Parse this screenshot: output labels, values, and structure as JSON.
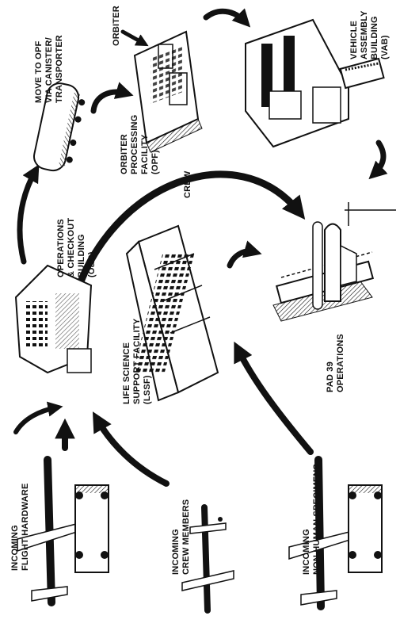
{
  "labels": {
    "move_opf_1": "MOVE TO OPF",
    "move_opf_2": "VIA CANISTER/",
    "move_opf_3": "TRANSPORTER",
    "orbiter": "ORBITER",
    "opf_1": "ORBITER",
    "opf_2": "PROCESSING",
    "opf_3": "FACILITY",
    "opf_4": "(OPF)",
    "vab_1": "VEHICLE",
    "vab_2": "ASSEMBLY",
    "vab_3": "BUILDING",
    "vab_4": "(VAB)",
    "crew": "CREW",
    "oc_1": "OPERATIONS",
    "oc_2": "& CHECKOUT",
    "oc_3": "BUILDING",
    "oc_4": "(O&C)",
    "lssf_1": "LIFE SCIENCE",
    "lssf_2": "SUPPORT FACILITY",
    "lssf_3": "(LSSF)",
    "pad_1": "PAD 39",
    "pad_2": "OPERATIONS",
    "incoming_hw_1": "INCOMING",
    "incoming_hw_2": "FLIGHT HARDWARE",
    "incoming_crew_1": "INCOMING",
    "incoming_crew_2": "CREW MEMBERS",
    "incoming_spec_1": "INCOMING",
    "incoming_spec_2": "NON HUMAN SPECIMENS"
  },
  "colors": {
    "ink": "#111111",
    "paper": "#ffffff",
    "shade": "#555555"
  },
  "icons": {
    "aircraft": "cargo-plane-icon",
    "truck": "truck-trailer-icon",
    "jet": "jet-aircraft-icon",
    "canister": "payload-canister-icon",
    "shuttle": "space-shuttle-icon"
  }
}
